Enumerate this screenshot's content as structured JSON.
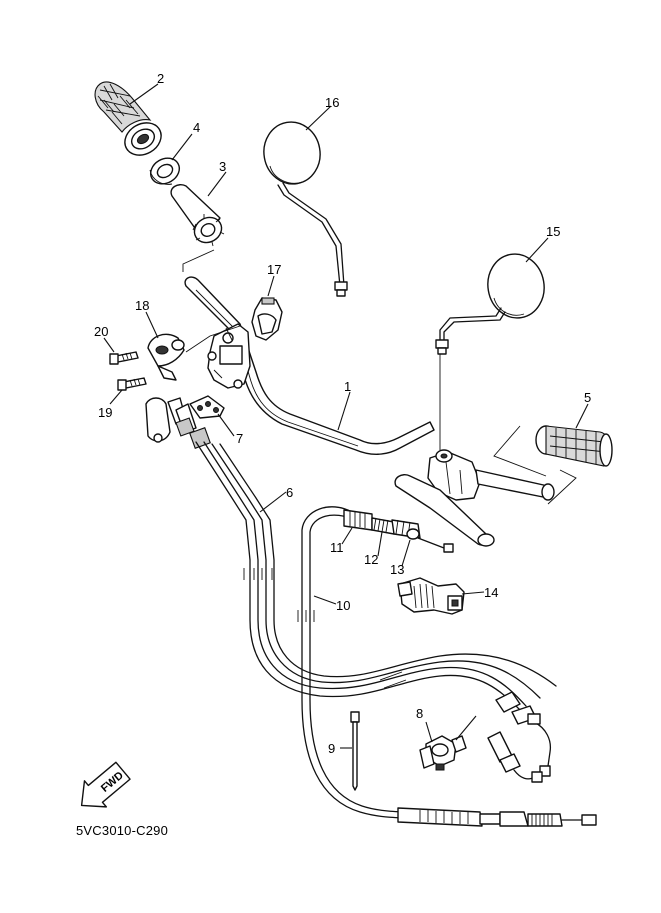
{
  "diagram_code": "5VC3010-C290",
  "fwd_label": "FWD",
  "callouts": {
    "c1": "1",
    "c2": "2",
    "c3": "3",
    "c4": "4",
    "c5": "5",
    "c6": "6",
    "c7": "7",
    "c8": "8",
    "c9": "9",
    "c10": "10",
    "c11": "11",
    "c12": "12",
    "c13": "13",
    "c14": "14",
    "c15": "15",
    "c16": "16",
    "c17": "17",
    "c18": "18",
    "c19": "19",
    "c20": "20"
  }
}
